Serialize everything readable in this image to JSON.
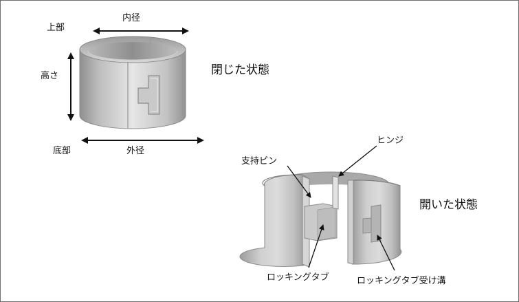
{
  "closed": {
    "state_label": "閉じた状態",
    "top_label": "上部",
    "bottom_label": "底部",
    "inner_diameter_label": "内径",
    "outer_diameter_label": "外径",
    "height_label": "高さ"
  },
  "open": {
    "state_label": "開いた状態",
    "support_pin_label": "支持ピン",
    "hinge_label": "ヒンジ",
    "locking_tab_label": "ロッキングタブ",
    "locking_tab_groove_label": "ロッキングタブ受け溝"
  },
  "colors": {
    "body_light": "#e1e1e1",
    "body_mid": "#b4b4b4",
    "body_dark": "#8f8f8f",
    "arrow": "#111111"
  }
}
